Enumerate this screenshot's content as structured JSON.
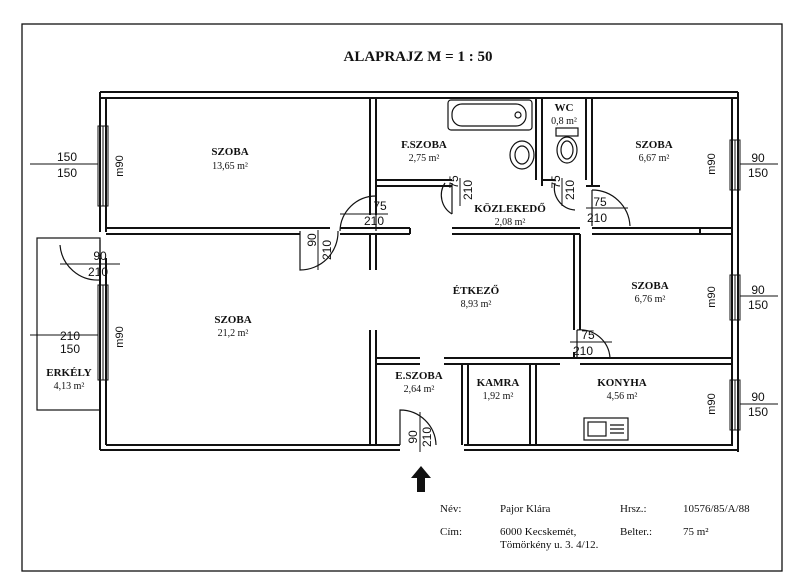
{
  "plan": {
    "title": "ALAPRAJZ M = 1 : 50"
  },
  "rooms": {
    "szoba_nw": {
      "name": "SZOBA",
      "area": "13,65 m²"
    },
    "fszoba": {
      "name": "F.SZOBA",
      "area": "2,75 m²"
    },
    "wc": {
      "name": "WC",
      "area": "0,8 m²"
    },
    "szoba_ne": {
      "name": "SZOBA",
      "area": "6,67 m²"
    },
    "kozlekedo": {
      "name": "KÖZLEKEDŐ",
      "area": "2,08 m²"
    },
    "szoba_main": {
      "name": "SZOBA",
      "area": "21,2 m²"
    },
    "etkezo": {
      "name": "ÉTKEZŐ",
      "area": "8,93 m²"
    },
    "szoba_e": {
      "name": "SZOBA",
      "area": "6,76 m²"
    },
    "erkely": {
      "name": "ERKÉLY",
      "area": "4,13 m²"
    },
    "eszoba": {
      "name": "E.SZOBA",
      "area": "2,64 m²"
    },
    "kamra": {
      "name": "KAMRA",
      "area": "1,92 m²"
    },
    "konyha": {
      "name": "KONYHA",
      "area": "4,56 m²"
    }
  },
  "dimensions": {
    "d150": "150",
    "d210": "210",
    "d90": "90",
    "d75": "75",
    "m90": "m90"
  },
  "info": {
    "name_label": "Név:",
    "name_value": "Pajor Klára",
    "hrsz_label": "Hrsz.:",
    "hrsz_value": "10576/85/A/88",
    "address_label": "Cím:",
    "address_line1": "6000 Kecskemét,",
    "address_line2": "Tömörkény u. 3. 4/12.",
    "belter_label": "Belter.:",
    "belter_value": "75 m²"
  }
}
